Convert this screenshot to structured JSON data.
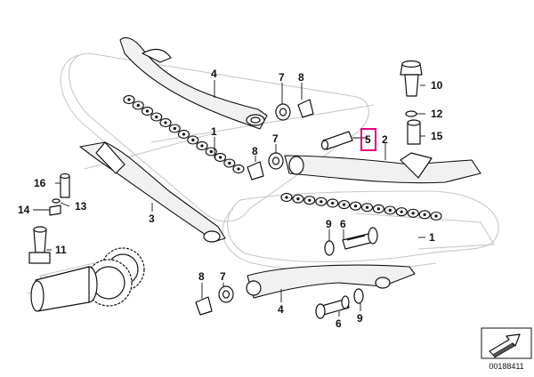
{
  "callouts": {
    "c1_top": "1",
    "c1_mid": "1",
    "c2": "2",
    "c3": "3",
    "c4_top": "4",
    "c4_bot": "4",
    "c5": "5",
    "c6_mid": "6",
    "c6_bot": "6",
    "c7_top": "7",
    "c7_mid": "7",
    "c7_bot": "7",
    "c8_top": "8",
    "c8_mid": "8",
    "c8_bot": "8",
    "c9_mid": "9",
    "c9_bot": "9",
    "c10": "10",
    "c11": "11",
    "c12": "12",
    "c13": "13",
    "c14": "14",
    "c15": "15",
    "c16": "16"
  },
  "highlight": {
    "part_number": "5",
    "color": "#e4007d"
  },
  "footer": {
    "diagram_code": "00188411"
  },
  "icons": {
    "corner": "arrow-block-icon"
  }
}
